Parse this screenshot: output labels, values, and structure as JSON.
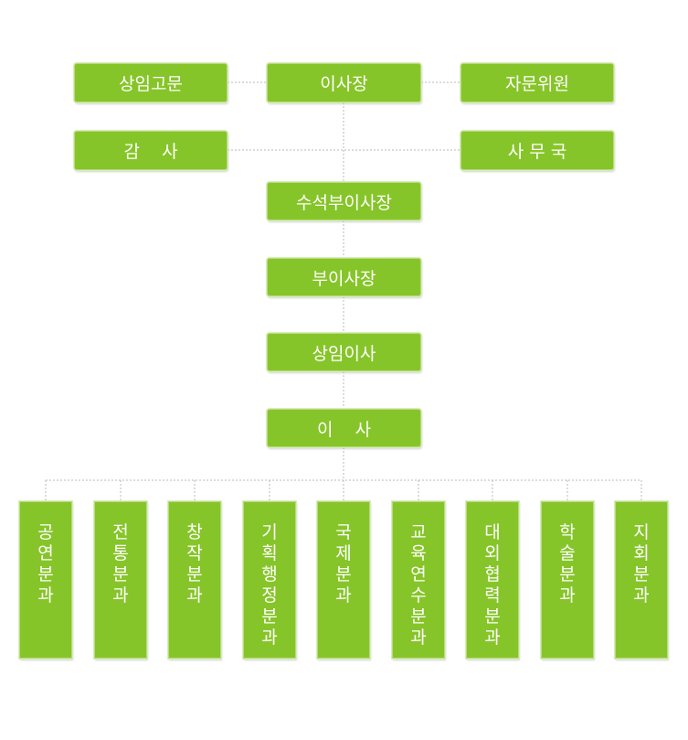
{
  "colors": {
    "box_fill": "#86c529",
    "box_border": "#b7dc7d",
    "connector": "#b8b8b8",
    "text": "#ffffff"
  },
  "top_row": {
    "advisor": "상임고문",
    "chairman": "이사장",
    "committee": "자문위원"
  },
  "second_row": {
    "auditor": "감    사",
    "secretariat": "사 무 국"
  },
  "chain": {
    "senior_vice": "수석부이사장",
    "vice": "부이사장",
    "standing_director": "상임이사",
    "director": "이    사"
  },
  "divisions": [
    "공연분과",
    "전통분과",
    "창작분과",
    "기획행정분과",
    "국제분과",
    "교육연수분과",
    "대외협력분과",
    "학술분과",
    "지회분과"
  ]
}
